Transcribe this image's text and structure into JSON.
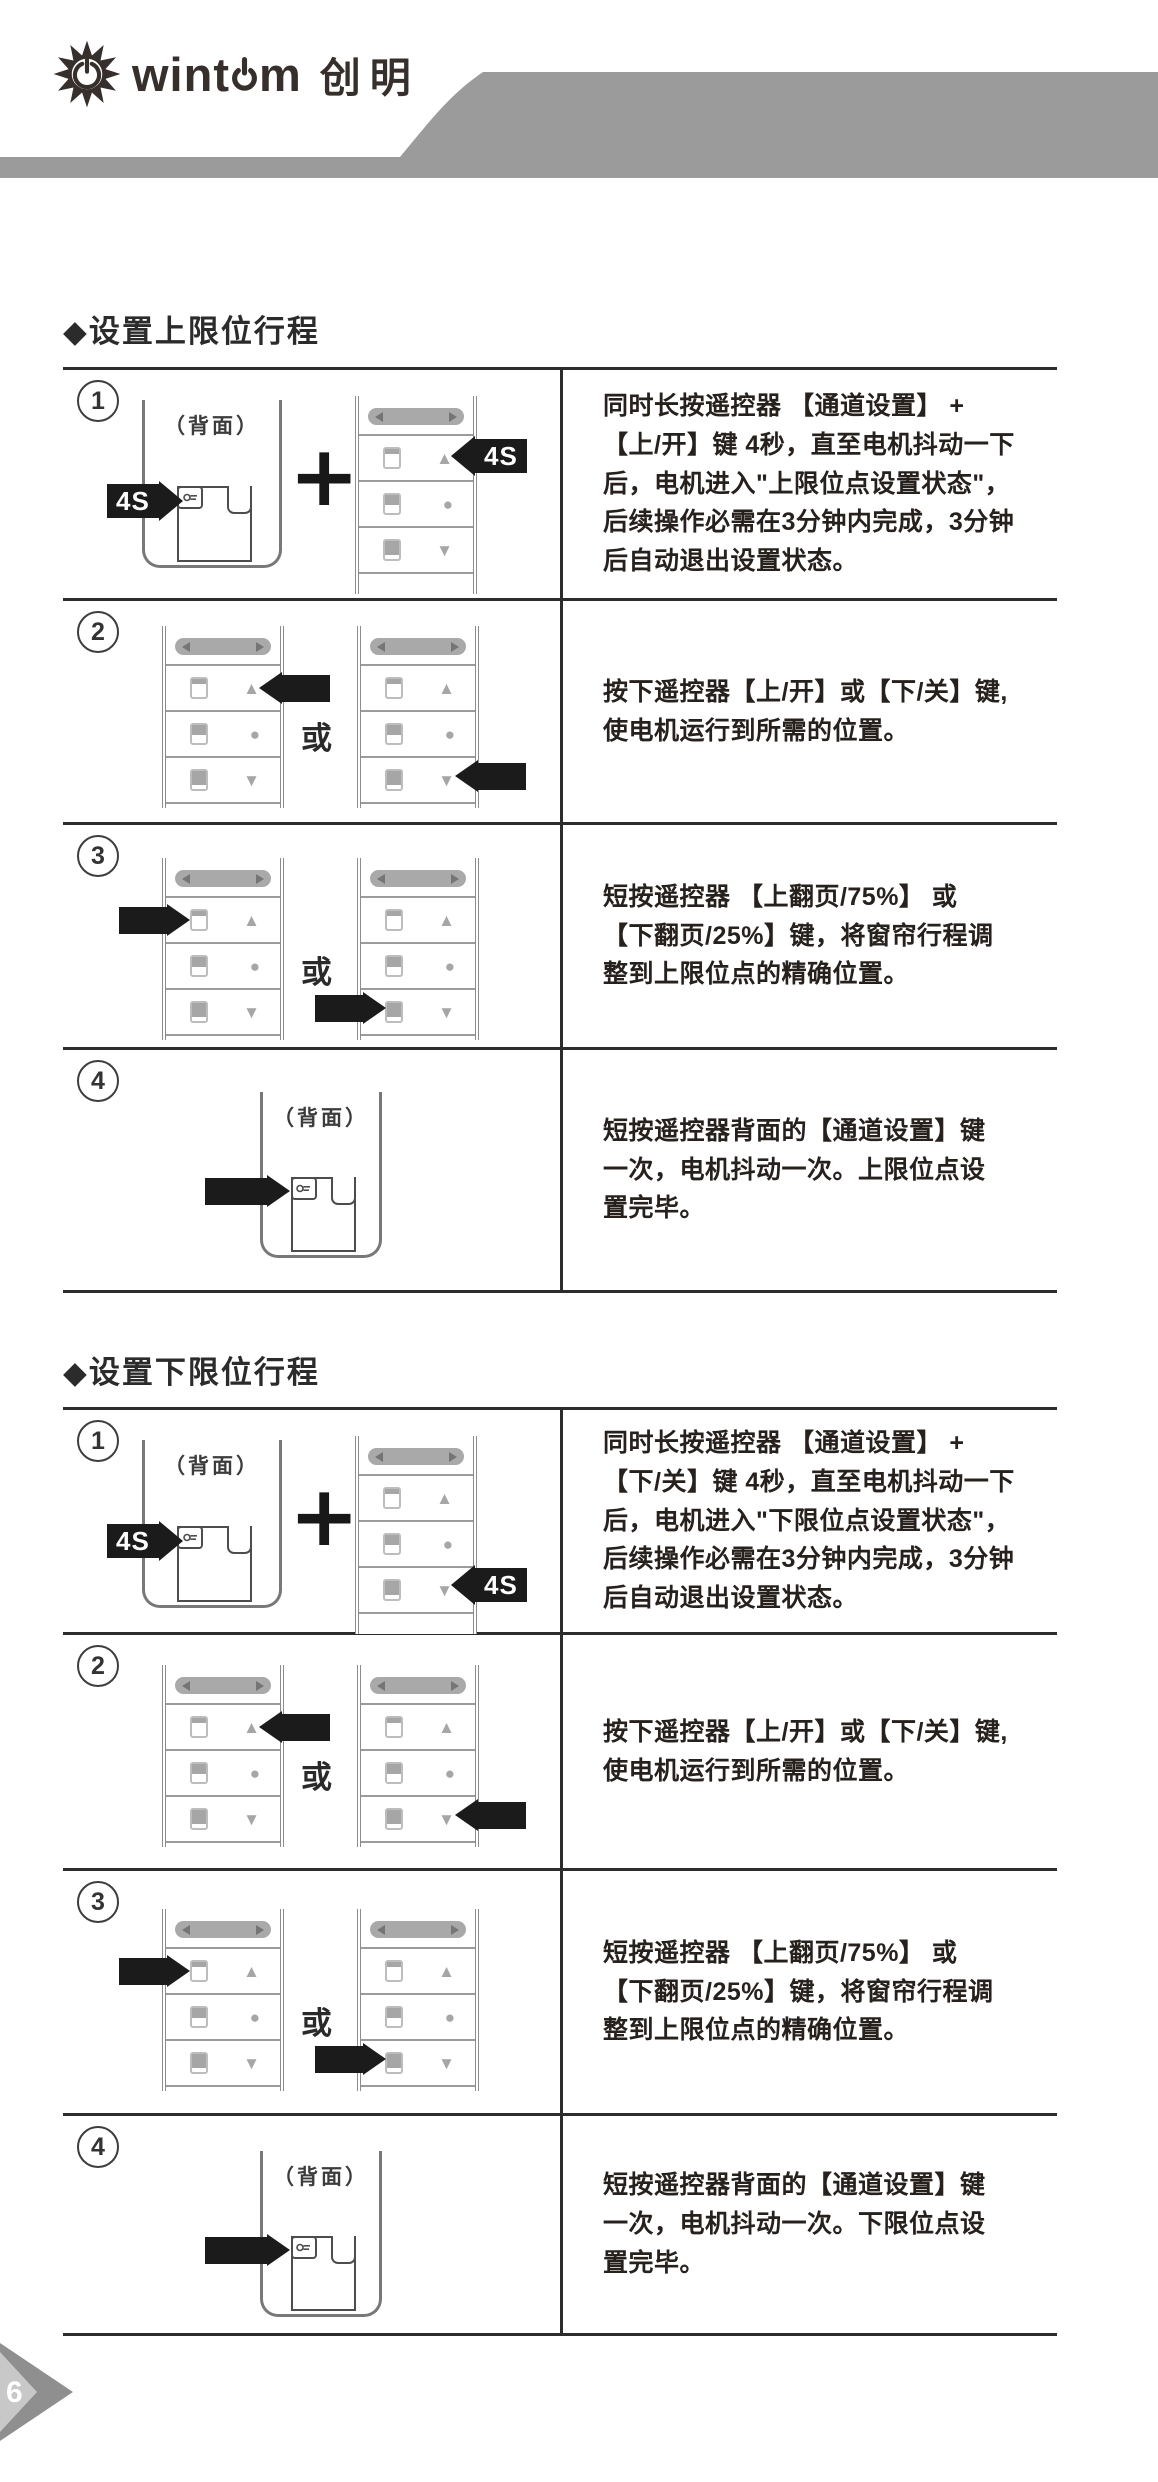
{
  "page_number": "6",
  "header": {
    "brand_prefix": "wint",
    "brand_suffix": "m",
    "brand_cn": "创明"
  },
  "labels": {
    "back": "（背面）",
    "or": "或",
    "plus": "+",
    "hold_4s": "4S"
  },
  "remote": {
    "rows": [
      {
        "sym": "▲"
      },
      {
        "sym": "●"
      },
      {
        "sym": "▼"
      }
    ]
  },
  "sections": [
    {
      "title": "◆设置上限位行程",
      "steps": [
        {
          "num": "1",
          "text": "同时长按遥控器 【通道设置】 +\n【上/开】键 4秒，直至电机抖动一下\n后，电机进入\"上限位点设置状态\"，\n后续操作必需在3分钟内完成，3分钟\n后自动退出设置状态。"
        },
        {
          "num": "2",
          "text": "按下遥控器【上/开】或【下/关】键,\n使电机运行到所需的位置。"
        },
        {
          "num": "3",
          "text": "短按遥控器 【上翻页/75%】 或\n【下翻页/25%】键，将窗帘行程调\n整到上限位点的精确位置。"
        },
        {
          "num": "4",
          "text": "短按遥控器背面的【通道设置】键\n一次，电机抖动一次。上限位点设\n置完毕。"
        }
      ]
    },
    {
      "title": "◆设置下限位行程",
      "steps": [
        {
          "num": "1",
          "text": "同时长按遥控器 【通道设置】 +\n【下/关】键 4秒，直至电机抖动一下\n后，电机进入\"下限位点设置状态\"，\n后续操作必需在3分钟内完成，3分钟\n后自动退出设置状态。"
        },
        {
          "num": "2",
          "text": "按下遥控器【上/开】或【下/关】键,\n使电机运行到所需的位置。"
        },
        {
          "num": "3",
          "text": "短按遥控器 【上翻页/75%】 或\n【下翻页/25%】键，将窗帘行程调\n整到上限位点的精确位置。"
        },
        {
          "num": "4",
          "text": "短按遥控器背面的【通道设置】键\n一次，电机抖动一次。下限位点设\n置完毕。"
        }
      ]
    }
  ]
}
